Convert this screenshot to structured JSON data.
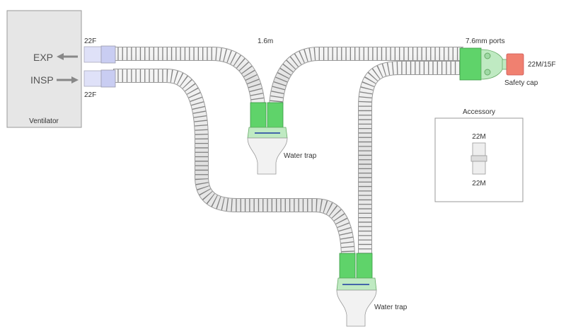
{
  "ventilator": {
    "label": "Ventilator",
    "exp": "EXP",
    "insp": "INSP"
  },
  "connectors": {
    "exp_size": "22F",
    "insp_size": "22F"
  },
  "tube_length": "1.6m",
  "ports_label": "7.6mm ports",
  "wye_size": "22M/15F",
  "safety_cap": "Safety cap",
  "water_trap_1": "Water trap",
  "water_trap_2": "Water trap",
  "accessory": {
    "title": "Accessory",
    "top": "22M",
    "bottom": "22M"
  },
  "colors": {
    "tube": "#e4e4e4",
    "coil": "#666666",
    "green": "#5fd36a",
    "blue_connector": "#c9cdf2",
    "cap": "#f08070",
    "box": "#e6e6e6"
  }
}
